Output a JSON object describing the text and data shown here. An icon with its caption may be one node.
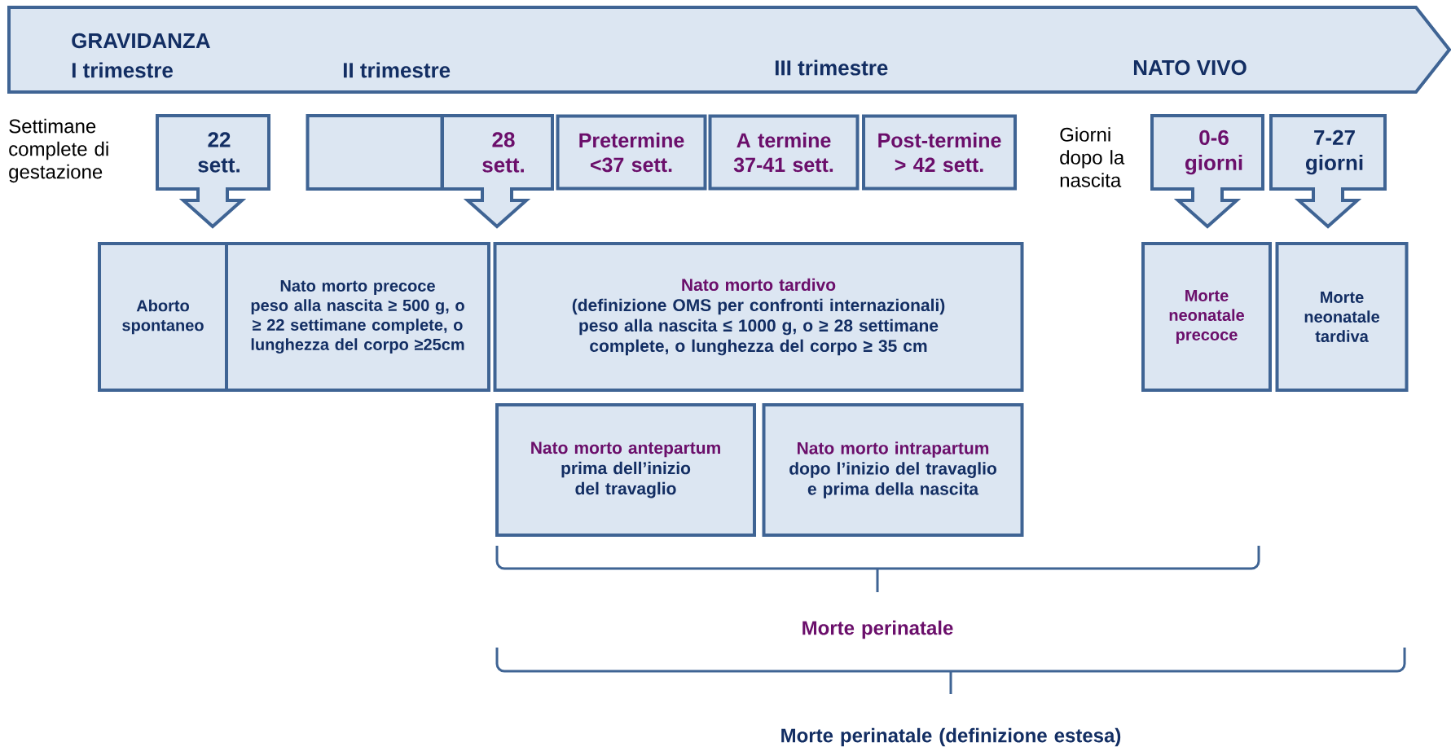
{
  "diagram": {
    "nodes": [
      {
        "text": [
          "GRAVIDANZA",
          "I trimestre",
          "II trimestre",
          "III trimestre",
          "NATO VIVO"
        ]
      },
      {
        "text": [
          "22 sett."
        ]
      },
      {
        "text": [],
        "shape": "box"
      },
      {
        "text": [
          "28 sett."
        ]
      },
      {
        "text": [
          "Pretermine <37 sett."
        ]
      },
      {
        "text": [
          "A termine 37-41 sett."
        ]
      },
      {
        "text": [
          "Post-termine > 42 sett."
        ]
      },
      {
        "text": [
          "0-6 giorni"
        ]
      },
      {
        "text": [
          "7-27 giorni"
        ]
      },
      {
        "text": [
          "Aborto spontaneo"
        ]
      },
      {
        "text": [
          "Nato morto precoce",
          "peso alla nascita ≥ 500 g, o ≥ 22 settimane complete, o lunghezza del corpo ≥25cm"
        ]
      },
      {
        "text": [
          "Nato morto tardivo",
          "(definizione OMS per confronti internazionali) peso alla nascita ≤ 1000 g, o ≥ 28 settimane complete, o lunghezza del corpo ≥ 35 cm"
        ]
      },
      {
        "text": [
          "Morte neonatale precoce"
        ]
      },
      {
        "text": [
          "Morte neonatale tardiva"
        ]
      },
      {
        "text": [
          "Nato morto antepartum",
          "prima dell’inizio del travaglio"
        ]
      },
      {
        "text": [
          "Nato morto intrapartum",
          "dopo l’inizio del travaglio e prima della nascita"
        ]
      }
    ],
    "labels": [
      "Settimane complete di gestazione",
      "Giorni dopo la nascita",
      "Morte perinatale",
      "Morte perinatale (definizione estesa)"
    ]
  }
}
